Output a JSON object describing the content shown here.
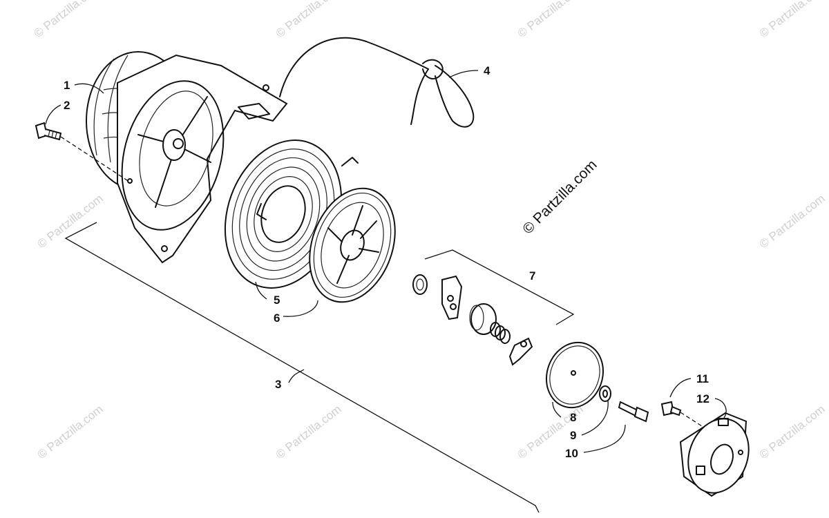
{
  "watermark": "© Partzilla.com",
  "copyright_text": "© Partzilla.com",
  "callouts": {
    "c1": "1",
    "c2": "2",
    "c3": "3",
    "c4": "4",
    "c5": "5",
    "c6": "6",
    "c7": "7",
    "c8": "8",
    "c9": "9",
    "c10": "10",
    "c11": "11",
    "c12": "12"
  }
}
